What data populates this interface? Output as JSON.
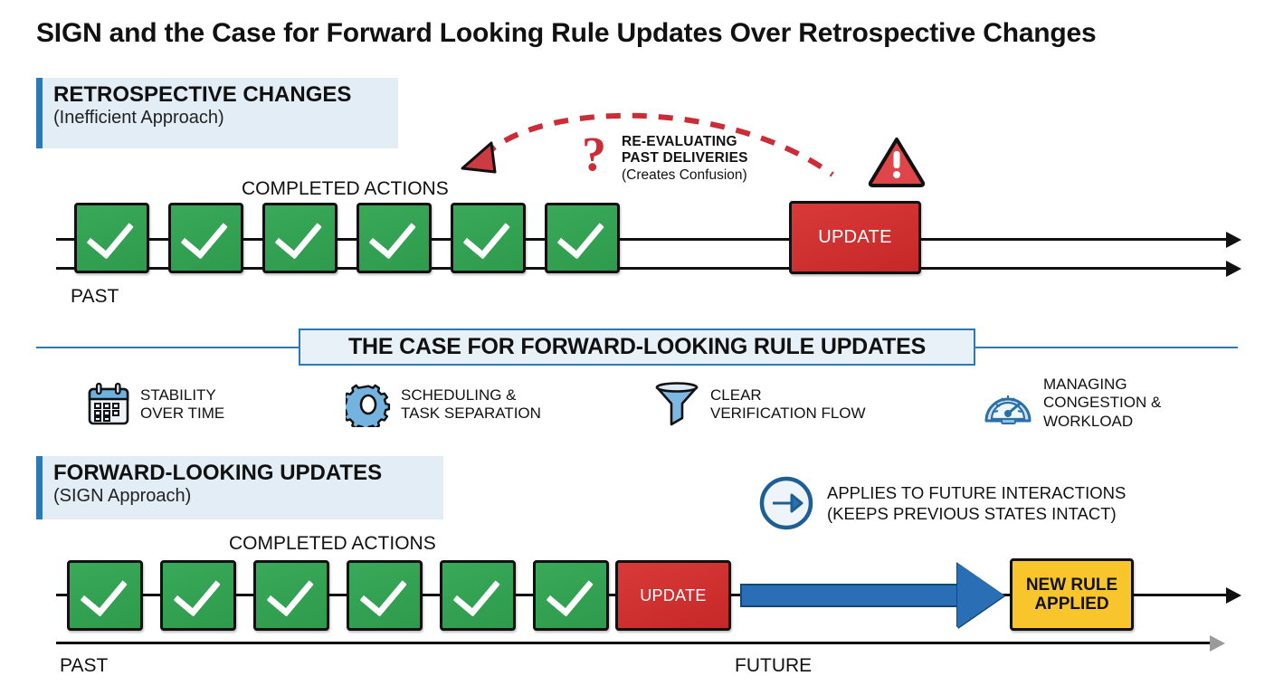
{
  "page": {
    "title": "SIGN and the Case for Forward Looking Rule Updates Over Retrospective Changes",
    "background": "#ffffff"
  },
  "colors": {
    "accent_blue": "#2e78b5",
    "band_fill": "#e3edf6",
    "green": "#33a353",
    "red": "#d12f33",
    "yellow": "#f8c52c",
    "ink": "#111111",
    "grey_arrow": "#9a9a9a"
  },
  "retrospective": {
    "band": {
      "heading": "RETROSPECTIVE CHANGES",
      "subheading": "(Inefficient Approach)"
    },
    "timeline": {
      "completed_label": "COMPLETED ACTIONS",
      "past_label": "PAST",
      "completed_count": 6,
      "update_label": "UPDATE"
    },
    "annotation": {
      "question_glyph": "?",
      "line1": "RE-EVALUATING",
      "line2": "PAST DELIVERIES",
      "line3": "(Creates Confusion)",
      "warning_glyph": "!"
    }
  },
  "center": {
    "banner": "THE CASE FOR FORWARD-LOOKING RULE UPDATES",
    "benefits": [
      {
        "icon": "calendar-icon",
        "line1": "STABILITY",
        "line2": "OVER TIME",
        "line3": ""
      },
      {
        "icon": "gear-icon",
        "line1": "SCHEDULING &",
        "line2": "TASK SEPARATION",
        "line3": ""
      },
      {
        "icon": "funnel-icon",
        "line1": "CLEAR",
        "line2": "VERIFICATION FLOW",
        "line3": ""
      },
      {
        "icon": "gauge-icon",
        "line1": "MANAGING",
        "line2": "CONGESTION &",
        "line3": "WORKLOAD"
      }
    ]
  },
  "forward": {
    "band": {
      "heading": "FORWARD-LOOKING UPDATES",
      "subheading": "(SIGN Approach)"
    },
    "note": {
      "icon": "arrow-right-circle-icon",
      "line1": "APPLIES TO FUTURE INTERACTIONS",
      "line2": "(KEEPS PREVIOUS STATES INTACT)"
    },
    "timeline": {
      "completed_label": "COMPLETED ACTIONS",
      "past_label": "PAST",
      "future_label": "FUTURE",
      "completed_count": 6,
      "update_label": "UPDATE",
      "new_rule_line1": "NEW RULE",
      "new_rule_line2": "APPLIED"
    }
  }
}
